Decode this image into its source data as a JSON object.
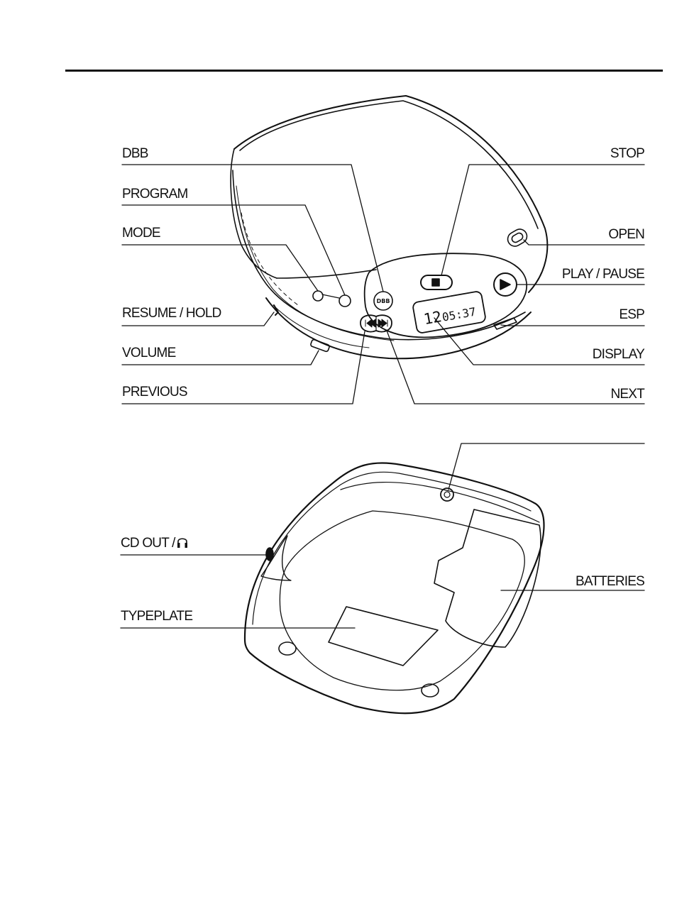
{
  "front_view": {
    "left_labels": {
      "dbb": "DBB",
      "program": "PROGRAM",
      "mode": "MODE",
      "resume_hold": "RESUME / HOLD",
      "volume": "VOLUME",
      "previous": "PREVIOUS"
    },
    "right_labels": {
      "stop": "STOP",
      "open": "OPEN",
      "play_pause": "PLAY / PAUSE",
      "esp": "ESP",
      "display": "DISPLAY",
      "next": "NEXT"
    },
    "button_text": {
      "dbb": "DBB"
    },
    "display_readout": {
      "track": "12",
      "time": "05:37"
    }
  },
  "back_view": {
    "left_labels": {
      "cd_out": "CD OUT /",
      "typeplate": "TYPEPLATE"
    },
    "right_labels": {
      "batteries": "BATTERIES"
    }
  },
  "icons": {
    "headphone": "headphone-icon",
    "stop": "stop-square-icon",
    "play": "play-triangle-icon",
    "previous": "skip-back-icon",
    "next": "skip-forward-icon"
  }
}
